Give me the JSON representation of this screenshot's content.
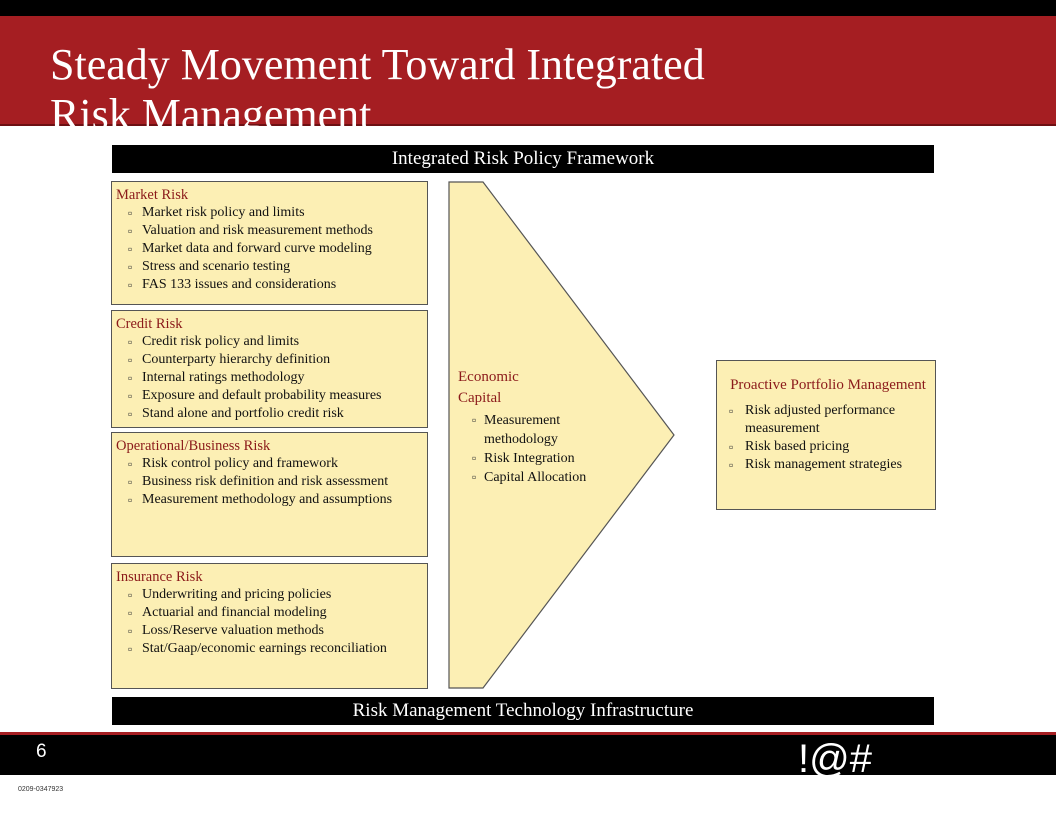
{
  "slide": {
    "title_line1": "Steady Movement Toward Integrated",
    "title_line2": "Risk Management",
    "top_banner": "Integrated Risk Policy Framework",
    "bottom_banner": "Risk Management Technology Infrastructure",
    "page_number": "6",
    "logo_text": "!@#",
    "doc_id": "0209-0347923"
  },
  "risk_boxes": [
    {
      "title": "Market Risk",
      "items": [
        "Market risk policy and limits",
        "Valuation and risk measurement methods",
        "Market data and forward curve modeling",
        "Stress and scenario testing",
        "FAS  133 issues and considerations"
      ]
    },
    {
      "title": "Credit Risk",
      "items": [
        "Credit risk policy and limits",
        "Counterparty hierarchy definition",
        "Internal ratings methodology",
        "Exposure and default probability measures",
        "Stand alone and portfolio credit risk"
      ]
    },
    {
      "title": "Operational/Business Risk",
      "items": [
        "Risk control policy and framework",
        "Business risk definition and risk assessment",
        "Measurement methodology and assumptions"
      ]
    },
    {
      "title": "Insurance Risk",
      "items": [
        "Underwriting and pricing policies",
        "Actuarial and financial modeling",
        "Loss/Reserve valuation methods",
        "Stat/Gaap/economic earnings reconciliation"
      ]
    }
  ],
  "economic_capital": {
    "title_line1": "Economic",
    "title_line2": "Capital",
    "items": [
      "Measurement methodology",
      "Risk Integration",
      "Capital Allocation"
    ]
  },
  "proactive": {
    "title": "Proactive Portfolio Management",
    "items": [
      "Risk adjusted performance measurement",
      "Risk based pricing",
      "Risk management  strategies"
    ]
  },
  "colors": {
    "header_red": "#a51e22",
    "box_fill": "#fcefb4",
    "heading_text": "#8b1a1a",
    "banner": "#000000"
  }
}
